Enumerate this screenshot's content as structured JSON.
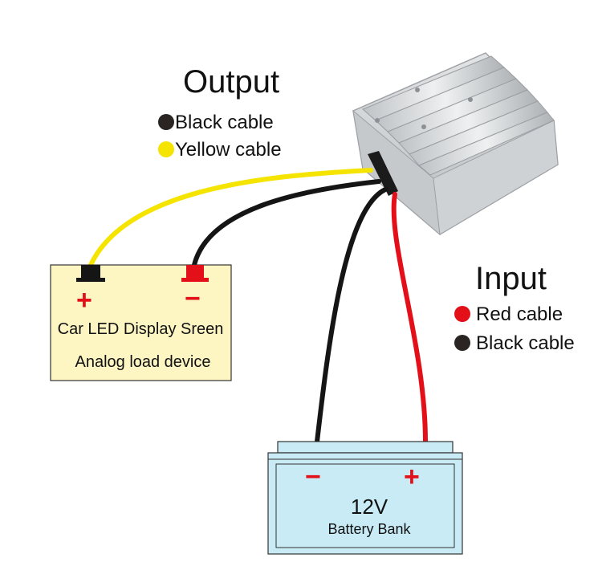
{
  "output": {
    "heading": "Output",
    "legend": [
      {
        "label": "Black cable",
        "color": "#2a2523"
      },
      {
        "label": "Yellow cable",
        "color": "#f5e400"
      }
    ]
  },
  "input": {
    "heading": "Input",
    "legend": [
      {
        "label": "Red cable",
        "color": "#e3101a"
      },
      {
        "label": "Black cable",
        "color": "#2a2523"
      }
    ]
  },
  "load_device": {
    "line1": "Car LED Display Sreen",
    "line2": "Analog load device",
    "plus": "+",
    "minus": "−",
    "fill": "#fdf6c3"
  },
  "battery": {
    "voltage": "12V",
    "label": "Battery Bank",
    "minus": "−",
    "plus": "+",
    "fill": "#c8ebf6"
  },
  "colors": {
    "yellow_cable": "#f5e400",
    "black_cable": "#151515",
    "red_cable": "#e3101a",
    "sign_red": "#e3101a",
    "terminal_black": "#151515",
    "terminal_red": "#e3101a",
    "converter_body": "#d4d6d8"
  }
}
